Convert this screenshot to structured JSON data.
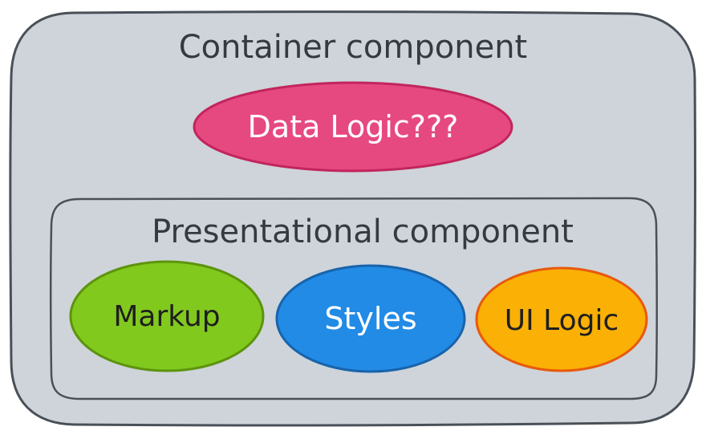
{
  "container": {
    "title": "Container component",
    "fill": "#ced4da",
    "stroke": "#495057"
  },
  "data_logic": {
    "label": "Data Logic???",
    "fill": "#e64980",
    "stroke": "#c2255c"
  },
  "presentational": {
    "title": "Presentational component",
    "stroke": "#495057"
  },
  "markup": {
    "label": "Markup",
    "fill": "#82c91e",
    "stroke": "#5c940d"
  },
  "styles": {
    "label": "Styles",
    "fill": "#228be6",
    "stroke": "#1864ab"
  },
  "ui_logic": {
    "label": "UI Logic",
    "fill": "#fab005",
    "stroke": "#e8590c"
  }
}
